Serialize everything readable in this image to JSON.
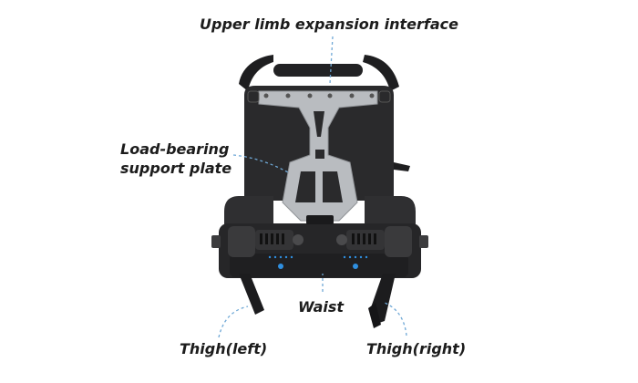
{
  "labels": {
    "upper_limb": "Upper limb expansion interface",
    "plate_line1": "Load-bearing",
    "plate_line2": "support plate",
    "waist": "Waist",
    "thigh_left": "Thigh(left)",
    "thigh_right": "Thigh(right)"
  },
  "colors": {
    "pack_body": "#2a2a2c",
    "metal_frame": "#b9bcc0",
    "leader_line": "#6fa8d6",
    "text": "#1c1c1c",
    "led": "#2f8fe0"
  }
}
